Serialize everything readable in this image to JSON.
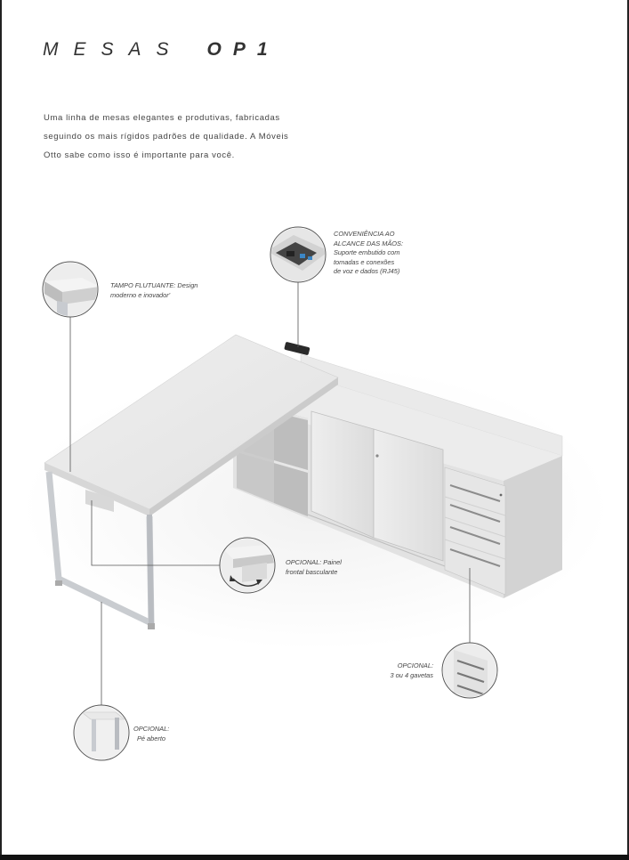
{
  "title": {
    "word1": "MESAS",
    "word2": "OP1"
  },
  "intro": {
    "lines": [
      "Uma linha de mesas elegantes e produtivas, fabricadas",
      "seguindo os mais rígidos padrões de qualidade. A Móveis",
      "Otto sabe como isso é importante para você."
    ]
  },
  "callouts": {
    "convenience": {
      "lines": [
        "CONVENIÊNCIA AO",
        "ALCANCE DAS MÃOS:",
        "Suporte embutido com",
        "tomadas e conexões",
        "de voz e dados (RJ45)"
      ],
      "icon": "cable-box-icon"
    },
    "tampo": {
      "lines": [
        "TAMPO FLUTUANTE: Design",
        "moderno e inovador'"
      ],
      "icon": "desk-corner-icon"
    },
    "painel": {
      "lines": [
        "OPCIONAL: Painel",
        "frontal basculante"
      ],
      "icon": "tilt-panel-icon"
    },
    "gavetas": {
      "lines": [
        "OPCIONAL:",
        "3 ou 4 gavetas"
      ],
      "icon": "drawer-unit-icon"
    },
    "pe": {
      "lines": [
        "OPCIONAL:",
        "Pé aberto"
      ],
      "icon": "open-leg-icon"
    }
  },
  "colors": {
    "desk": "#e6e6e6",
    "metal": "#cfd2d6",
    "line": "#555555"
  }
}
